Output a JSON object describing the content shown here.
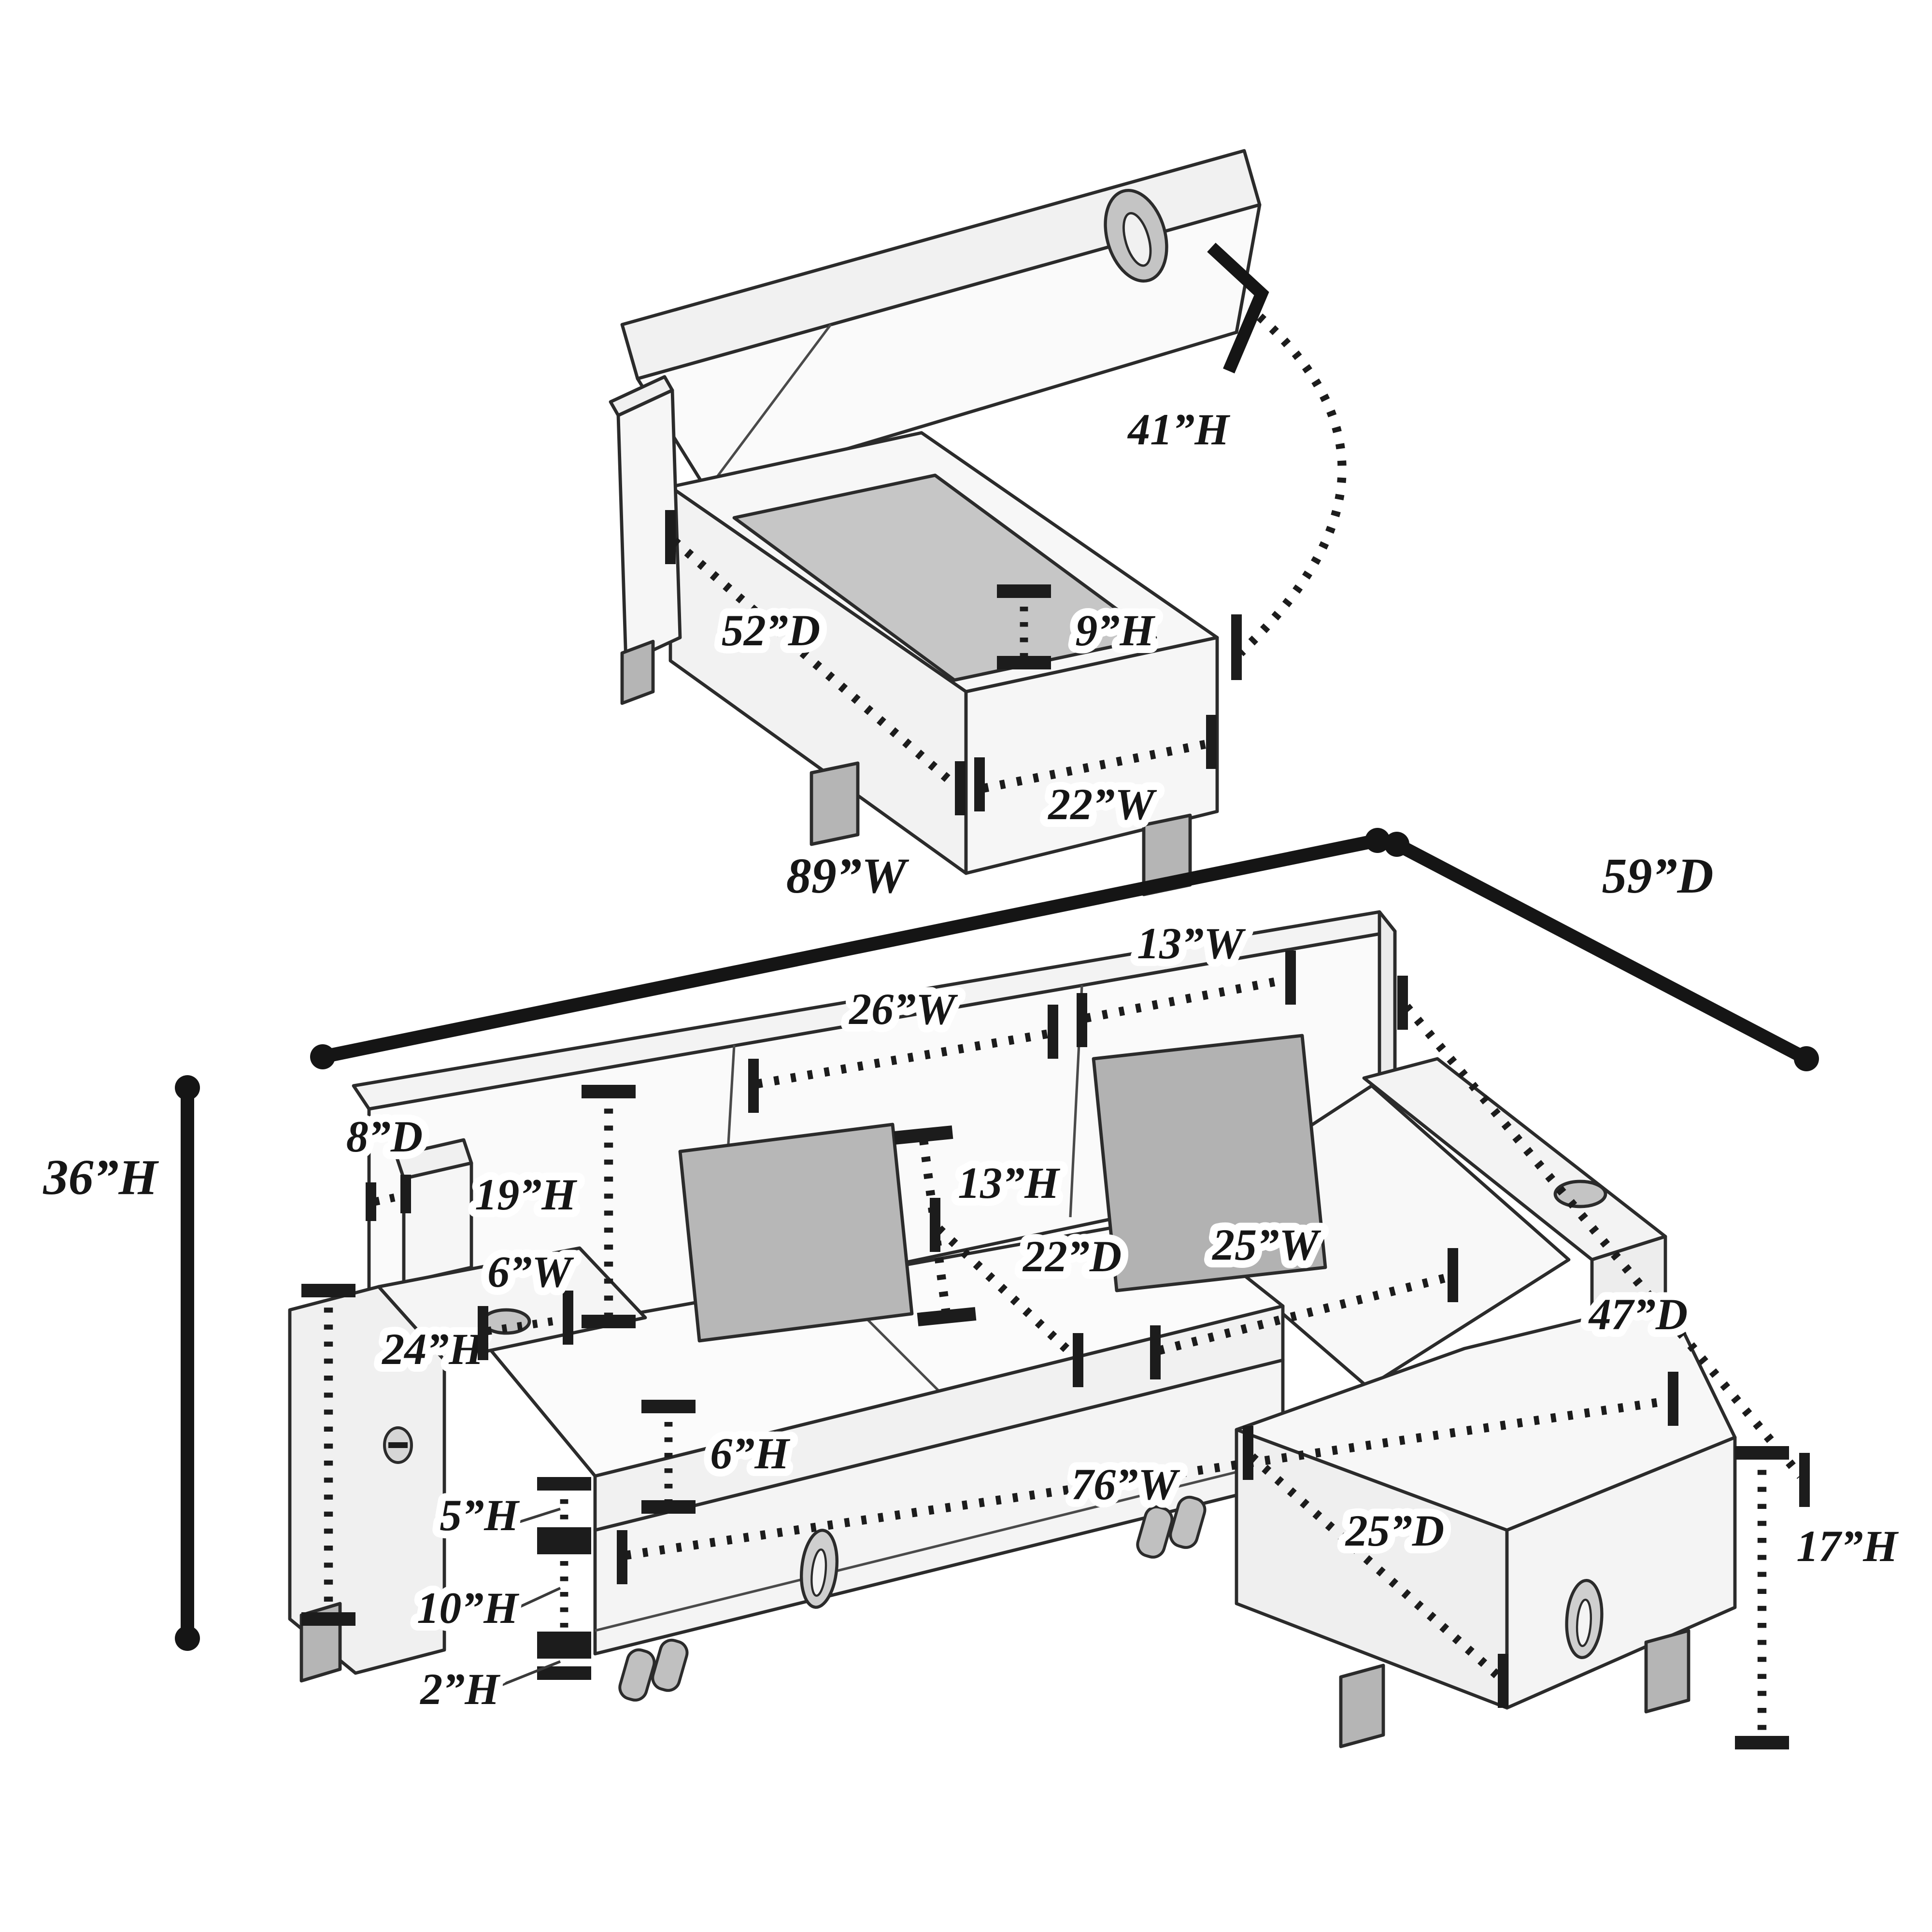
{
  "colors": {
    "ink": "#1c1c1c",
    "outline": "#2b2b2b",
    "face_light": "#f7f7f7",
    "face_mid": "#efefef",
    "pillow_gray": "#b7b7b7",
    "mat_gray": "#c6c6c6",
    "hardware_gray": "#c4c4c4",
    "foot_gray": "#b5b5b5"
  },
  "storage_unit": {
    "lid_open_height": "41”H",
    "interior_height": "9”H",
    "storage_depth": "52”D",
    "storage_width": "22”W"
  },
  "sofa": {
    "overall_width": "89”W",
    "overall_depth": "59”D",
    "overall_height": "36”H",
    "back_panel_depth": "8”D",
    "backrest_height": "19”H",
    "back_section_width": "26”W",
    "pillow_width": "13”W",
    "pillow_height": "13”H",
    "seat_depth": "22”D",
    "chaise_seat_width": "25”W",
    "chaise_side_depth": "47”D",
    "arm_height": "24”H",
    "cupholder_width": "6”W",
    "seat_cushion_height": "6”H",
    "seat_width": "76”W",
    "seat_gap_height": "5”H",
    "storage_base_height": "10”H",
    "ground_clearance": "2”H",
    "chaise_storage_depth": "25”D",
    "chaise_height": "17”H"
  }
}
